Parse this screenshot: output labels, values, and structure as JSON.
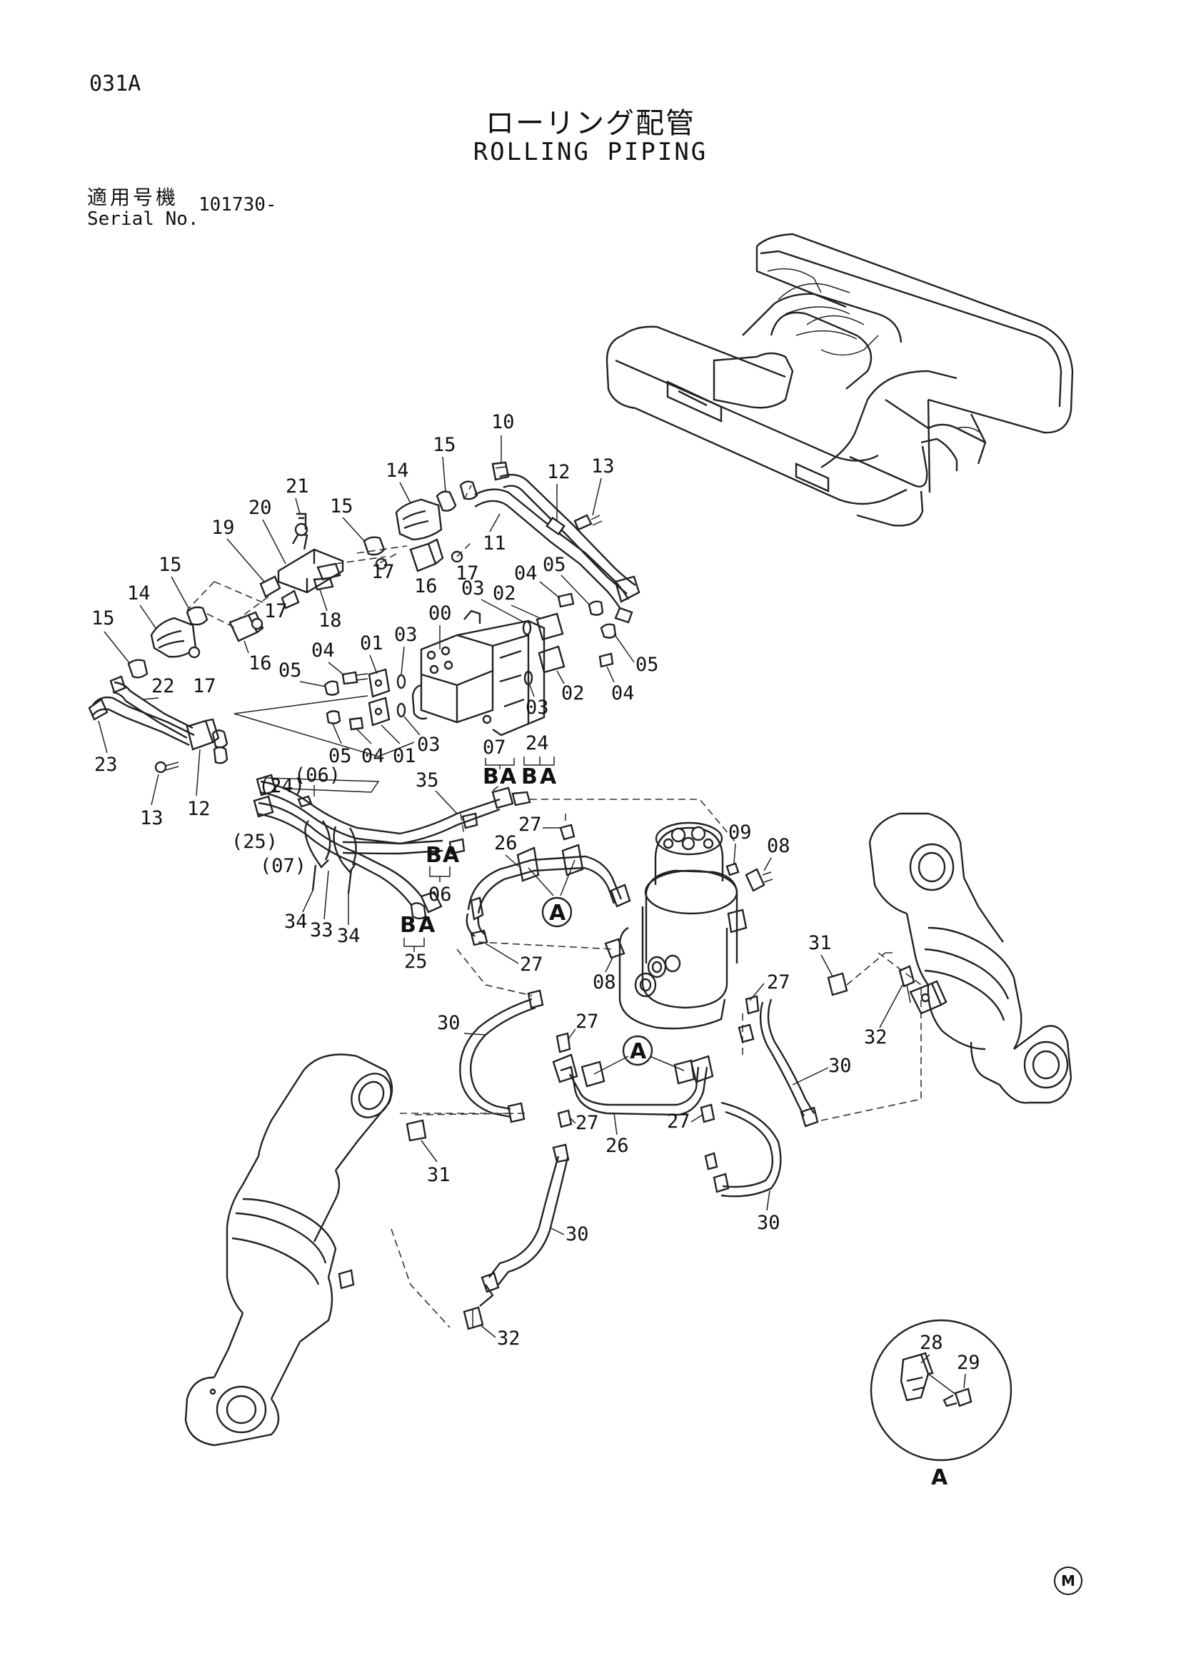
{
  "header": {
    "page_code": "031A",
    "title_jp": "ローリング配管",
    "title_en": "ROLLING PIPING",
    "serial_label_jp": "適用号機",
    "serial_label_en": "Serial No.",
    "serial_value": "101730-"
  },
  "detail_view": {
    "label": "A",
    "parts": [
      "28",
      "29"
    ]
  },
  "callouts": {
    "p00": "00",
    "p01a": "01",
    "p01b": "01",
    "p02a": "02",
    "p02b": "02",
    "p03a": "03",
    "p03b": "03",
    "p03c": "03",
    "p03d": "03",
    "p04a": "04",
    "p04b": "04",
    "p04c": "04",
    "p04d": "04",
    "p05a": "05",
    "p05b": "05",
    "p05c": "05",
    "p05d": "05",
    "p06": "06",
    "p06p": "(06)",
    "p07": "07",
    "p07p": "(07)",
    "p08a": "08",
    "p08b": "08",
    "p09": "09",
    "p10": "10",
    "p11": "11",
    "p12a": "12",
    "p12b": "12",
    "p13a": "13",
    "p13b": "13",
    "p14a": "14",
    "p14b": "14",
    "p15a": "15",
    "p15b": "15",
    "p15c": "15",
    "p15d": "15",
    "p16a": "16",
    "p16b": "16",
    "p17a": "17",
    "p17b": "17",
    "p17c": "17",
    "p17d": "17",
    "p18": "18",
    "p19": "19",
    "p20": "20",
    "p21": "21",
    "p22": "22",
    "p23": "23",
    "p24": "24",
    "p24p": "(24)",
    "p25": "25",
    "p25p": "(25)",
    "p26a": "26",
    "p26b": "26",
    "p27a": "27",
    "p27b": "27",
    "p27c": "27",
    "p27d": "27",
    "p27e": "27",
    "p27f": "27",
    "p30a": "30",
    "p30b": "30",
    "p30c": "30",
    "p30d": "30",
    "p31a": "31",
    "p31b": "31",
    "p32a": "32",
    "p32b": "32",
    "p33": "33",
    "p34a": "34",
    "p34b": "34",
    "p35": "35"
  },
  "port_marks": {
    "b1": "B",
    "a1": "A",
    "b2": "B",
    "a2": "A",
    "b3": "B",
    "a3": "A",
    "b4": "B",
    "a4": "A"
  },
  "view_ref": {
    "circle1": "A",
    "circle2": "A"
  },
  "brand_mark": "M"
}
